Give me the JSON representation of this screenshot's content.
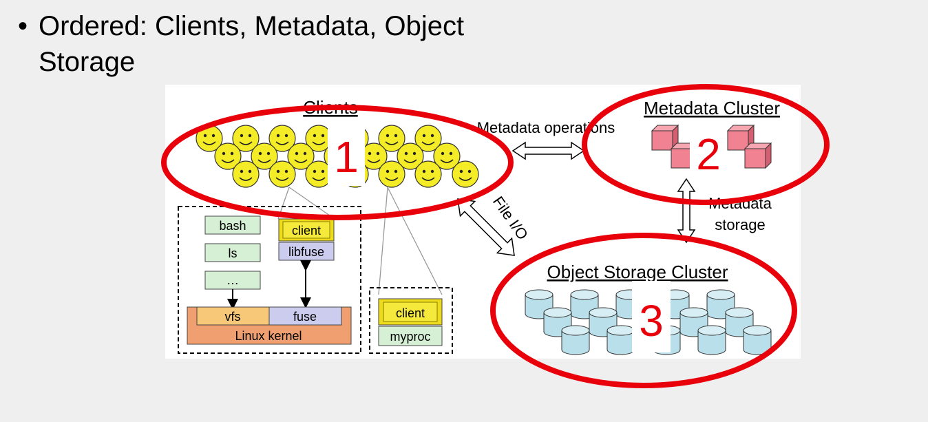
{
  "slide": {
    "bullet_symbol": "•",
    "bullet_line1": "Ordered: Clients, Metadata, Object",
    "bullet_line2": "Storage"
  },
  "diagram": {
    "clients_title": "Clients",
    "metadata_cluster_title": "Metadata Cluster",
    "object_storage_title": "Object Storage Cluster",
    "metadata_operations_label": "Metadata operations",
    "file_io_label": "File I/O",
    "metadata_storage_label1": "Metadata",
    "metadata_storage_label2": "storage",
    "stack": {
      "bash": "bash",
      "ls": "ls",
      "ellipsis": "…",
      "client": "client",
      "libfuse": "libfuse",
      "vfs": "vfs",
      "fuse": "fuse",
      "kernel": "Linux kernel"
    },
    "proc": {
      "client": "client",
      "myproc": "myproc"
    },
    "annotations": {
      "n1": "1",
      "n2": "2",
      "n3": "3",
      "color": "#e8000b"
    },
    "colors": {
      "face": "#f5ec28",
      "cube": "#f08291",
      "cylinder": "#b9e0ea",
      "stack_green": "#d6f0d6",
      "client_yellow": "#ecdc1c",
      "libfuse_purple": "#cccdee",
      "kernel_orange": "#f0a070",
      "vfs_orange": "#f6c878"
    }
  }
}
